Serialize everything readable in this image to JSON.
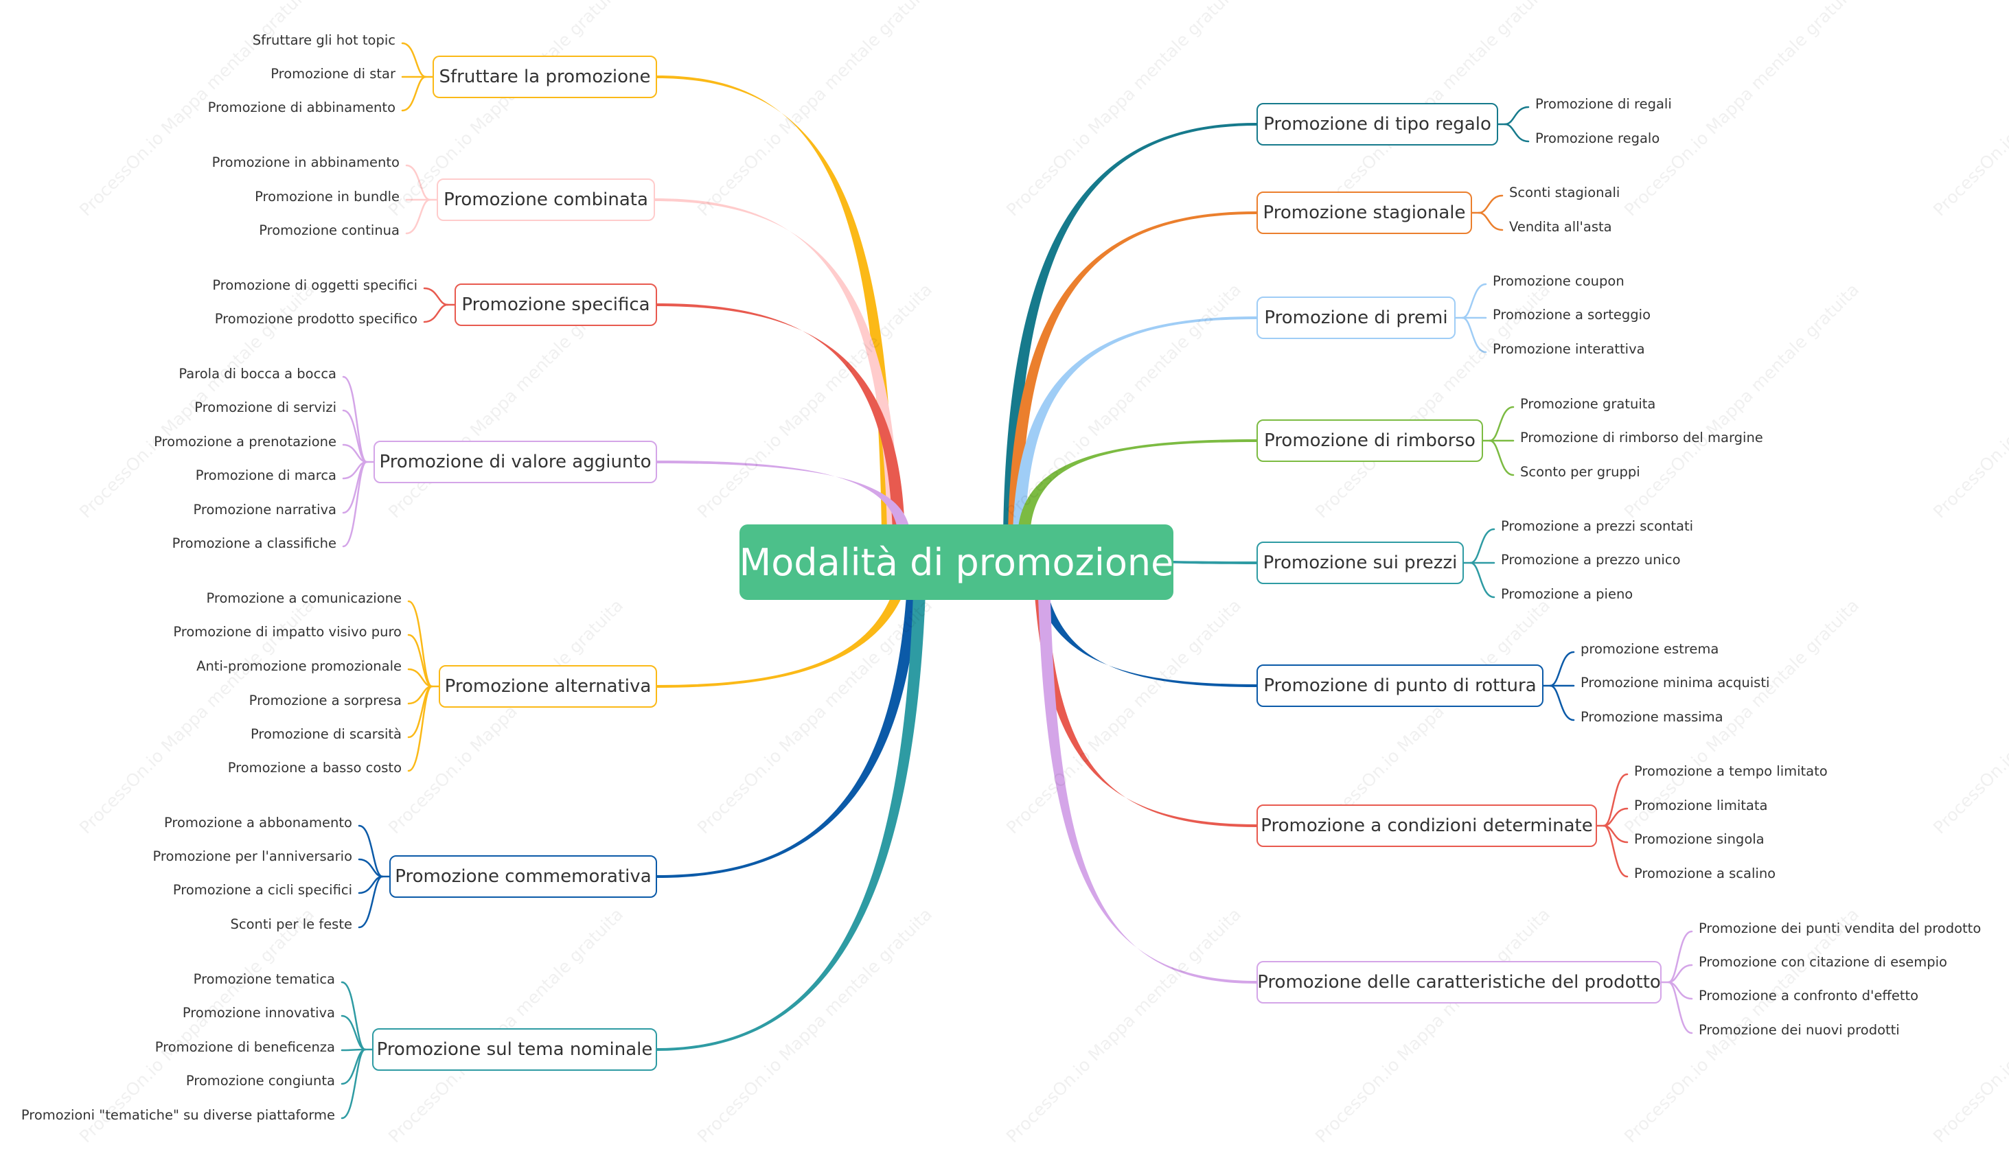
{
  "central": {
    "label": "Modalità di promozione",
    "color": "#4CC08A"
  },
  "watermark_text": "ProcessOn.io Mappa mentale gratuita",
  "left_branches": [
    {
      "label": "Sfruttare la promozione",
      "color": "#FBB917",
      "children": [
        "Sfruttare gli hot topic",
        "Promozione di star",
        "Promozione di abbinamento"
      ]
    },
    {
      "label": "Promozione combinata",
      "color": "#FFCCCC",
      "children": [
        "Promozione in abbinamento",
        "Promozione in bundle",
        "Promozione continua"
      ]
    },
    {
      "label": "Promozione specifica",
      "color": "#E85A4F",
      "children": [
        "Promozione di oggetti specifici",
        "Promozione prodotto specifico"
      ]
    },
    {
      "label": "Promozione di valore aggiunto",
      "color": "#D4A5E8",
      "children": [
        "Parola di bocca a bocca",
        "Promozione di servizi",
        "Promozione a prenotazione",
        "Promozione di marca",
        "Promozione narrativa",
        "Promozione a classifiche"
      ]
    },
    {
      "label": "Promozione alternativa",
      "color": "#FBB917",
      "children": [
        "Promozione a comunicazione",
        "Promozione di impatto visivo puro",
        "Anti-promozione promozionale",
        "Promozione a sorpresa",
        "Promozione di scarsità",
        "Promozione a basso costo"
      ]
    },
    {
      "label": "Promozione commemorativa",
      "color": "#0B5AA8",
      "children": [
        "Promozione a abbonamento",
        "Promozione per l'anniversario",
        "Promozione a cicli specifici",
        "Sconti per le feste"
      ]
    },
    {
      "label": "Promozione sul tema nominale",
      "color": "#2E9BA3",
      "children": [
        "Promozione tematica",
        "Promozione innovativa",
        "Promozione di beneficenza",
        "Promozione congiunta",
        "Promozioni \"tematiche\" su diverse piattaforme"
      ]
    }
  ],
  "right_branches": [
    {
      "label": "Promozione di tipo regalo",
      "color": "#167A8C",
      "children": [
        "Promozione di regali",
        "Promozione regalo"
      ]
    },
    {
      "label": "Promozione stagionale",
      "color": "#EB7F2D",
      "children": [
        "Sconti stagionali",
        "Vendita all'asta"
      ]
    },
    {
      "label": "Promozione di premi",
      "color": "#9FCDF6",
      "children": [
        "Promozione coupon",
        "Promozione a sorteggio",
        "Promozione interattiva"
      ]
    },
    {
      "label": "Promozione di rimborso",
      "color": "#7CBB42",
      "children": [
        "Promozione gratuita",
        "Promozione di rimborso del margine",
        "Sconto per gruppi"
      ]
    },
    {
      "label": "Promozione sui prezzi",
      "color": "#2E9BA3",
      "children": [
        "Promozione a prezzi scontati",
        "Promozione a prezzo unico",
        "Promozione a pieno"
      ]
    },
    {
      "label": "Promozione di punto di rottura",
      "color": "#0B5AA8",
      "children": [
        "promozione estrema",
        "Promozione minima acquisti",
        "Promozione massima"
      ]
    },
    {
      "label": "Promozione a condizioni determinate",
      "color": "#E85A4F",
      "children": [
        "Promozione a tempo limitato",
        "Promozione limitata",
        "Promozione singola",
        "Promozione a scalino"
      ]
    },
    {
      "label": "Promozione delle caratteristiche del prodotto",
      "color": "#D4A5E8",
      "children": [
        "Promozione dei punti vendita del prodotto",
        "Promozione con citazione di esempio",
        "Promozione a confronto d'effetto",
        "Promozione dei nuovi prodotti"
      ]
    }
  ]
}
